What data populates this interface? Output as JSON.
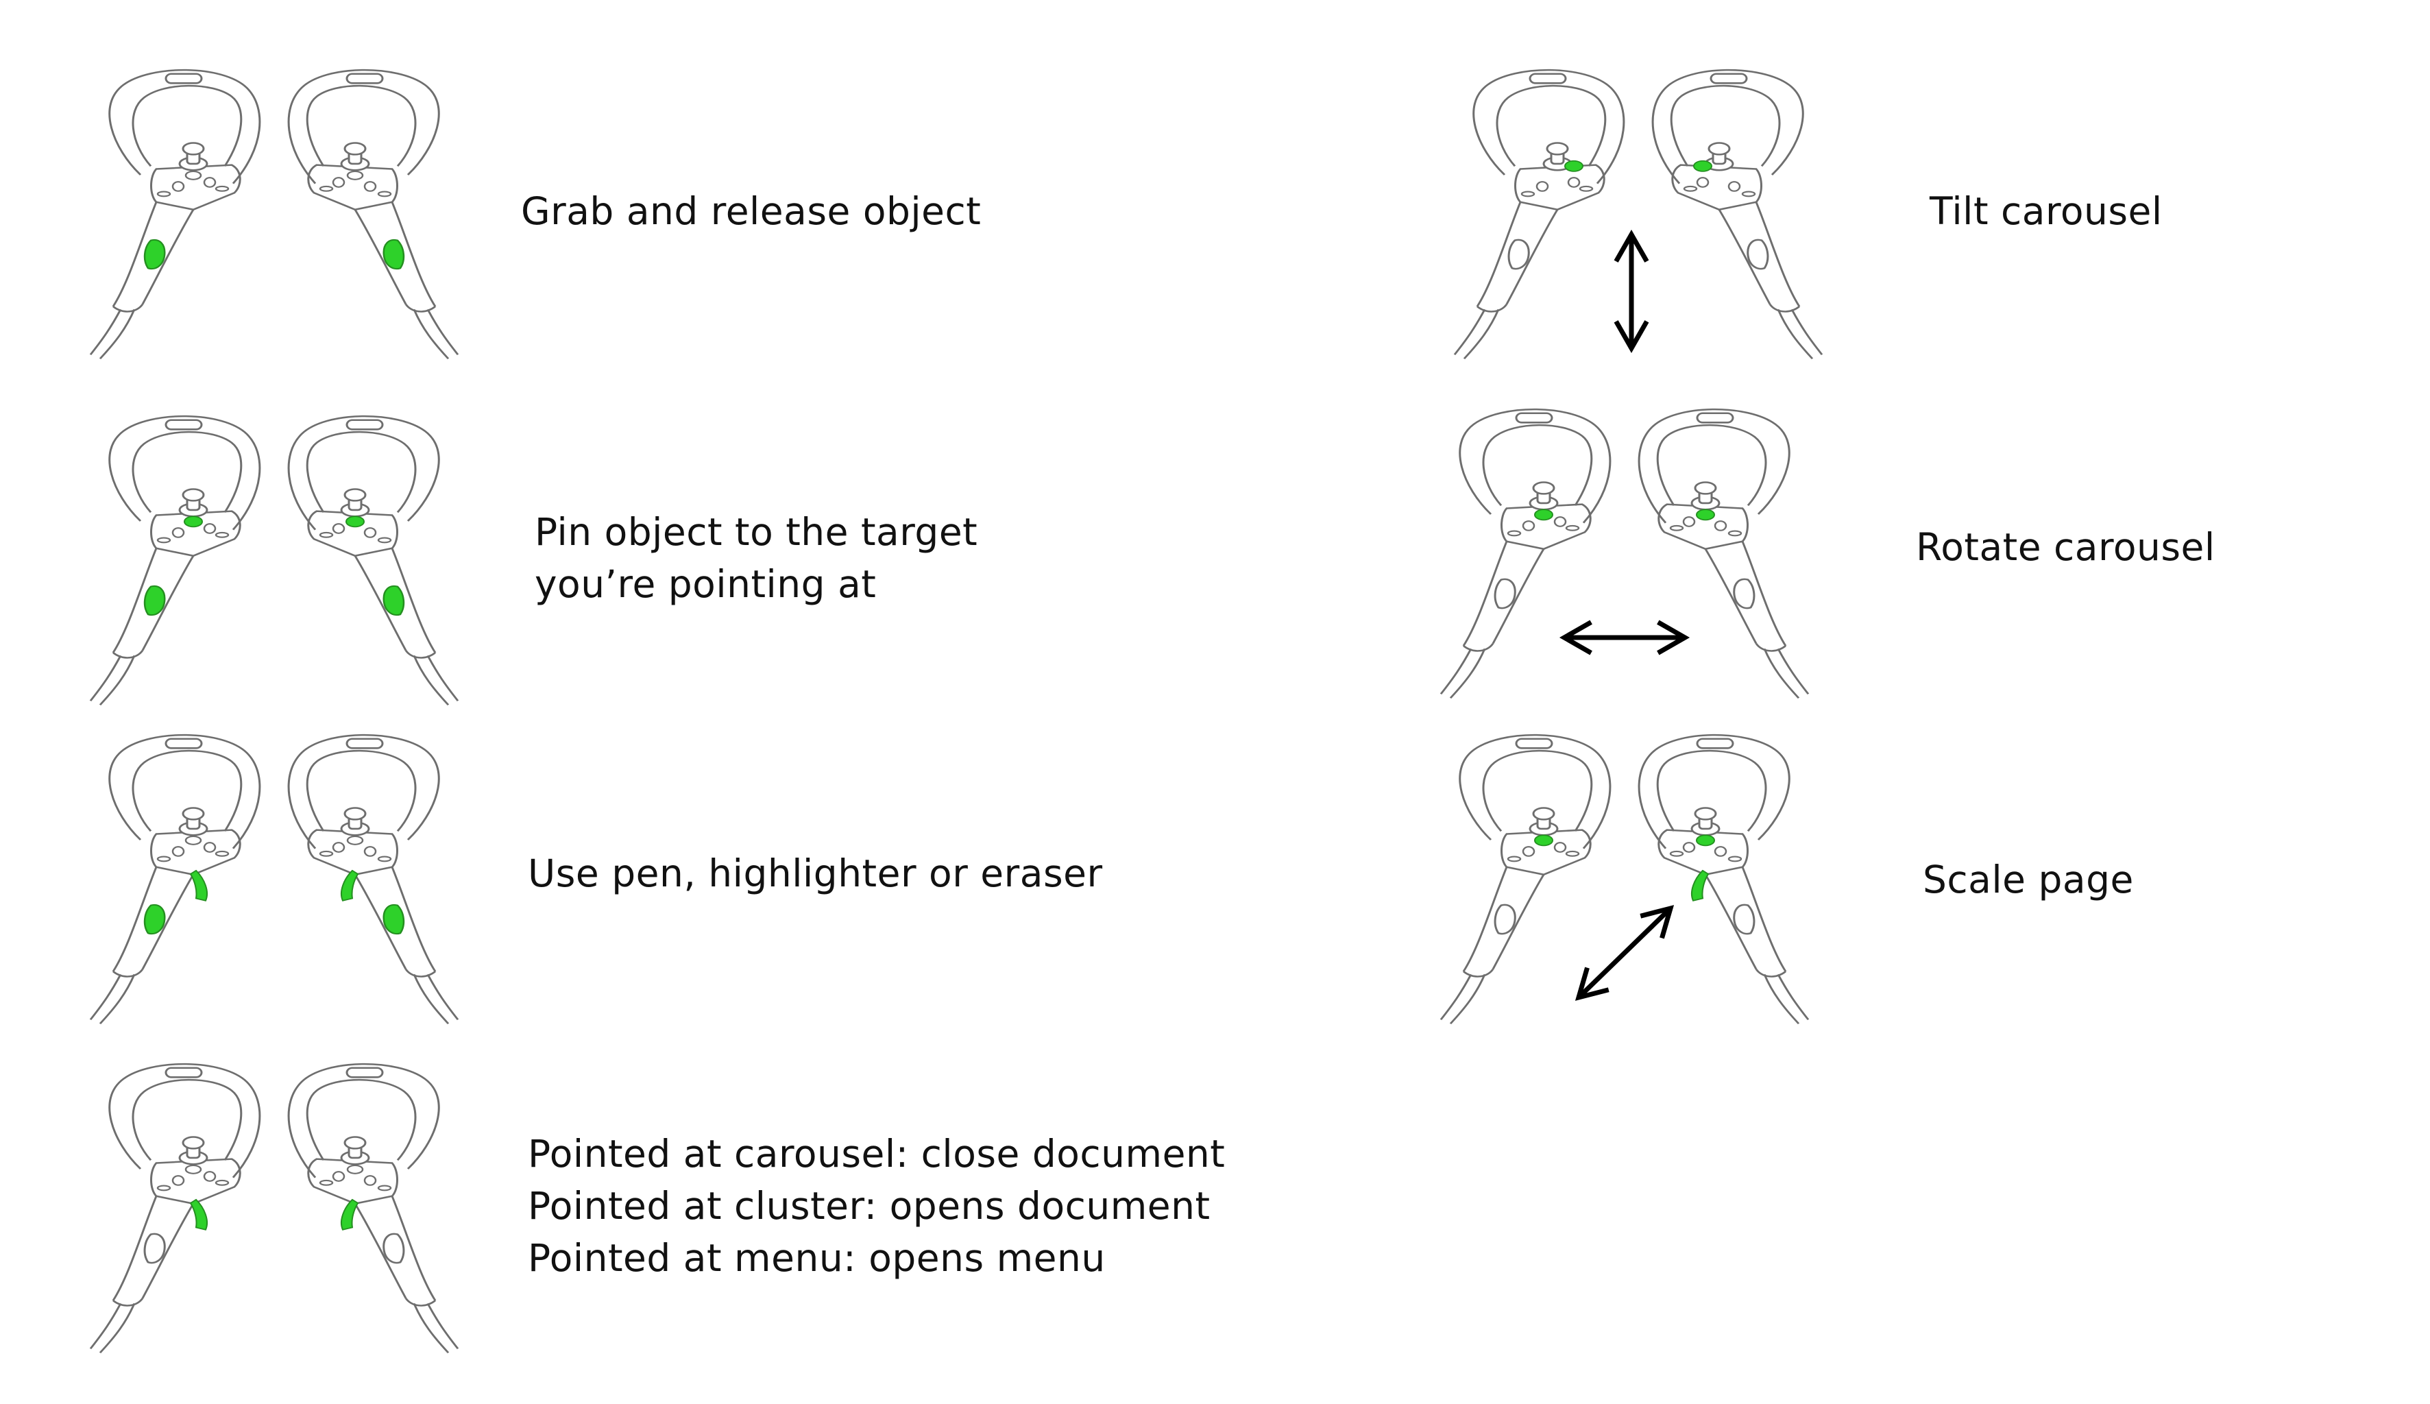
{
  "colors": {
    "highlight": "#2ed12a",
    "outline": "#6e6e6e",
    "arrow": "#000000",
    "background": "#ffffff"
  },
  "rows": [
    {
      "label": "Grab and release object",
      "highlight": [
        "grip"
      ]
    },
    {
      "label_lines": [
        "Pin object to the target",
        "you’re pointing at"
      ],
      "highlight": [
        "grip",
        "button"
      ]
    },
    {
      "label": "Use pen, highlighter or eraser",
      "highlight": [
        "grip",
        "trigger"
      ]
    },
    {
      "label_lines": [
        "Pointed at carousel: close document",
        "Pointed at cluster: opens document",
        "Pointed at menu: opens menu"
      ],
      "highlight": [
        "trigger"
      ]
    },
    {
      "label": "Tilt carousel",
      "highlight": [
        "button"
      ],
      "arrow": "vertical-double-arrow"
    },
    {
      "label": "Rotate carousel",
      "highlight": [
        "button"
      ],
      "arrow": "horizontal-double-arrow"
    },
    {
      "label": "Scale page",
      "highlight": [
        "button",
        "trigger"
      ],
      "arrow": "diagonal-double-arrow"
    }
  ]
}
